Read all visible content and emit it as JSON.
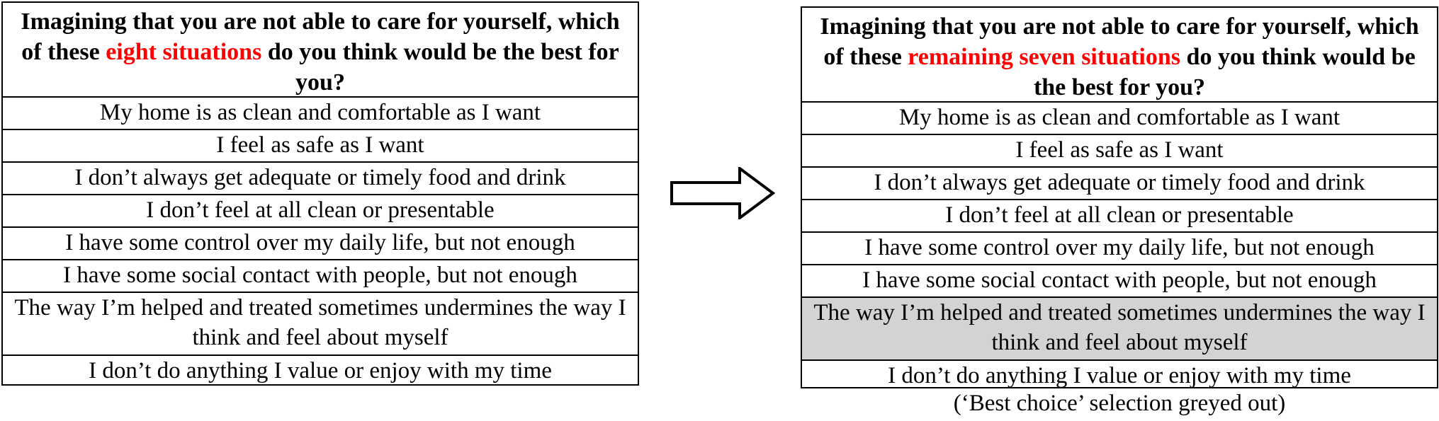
{
  "left": {
    "header_pre": "Imagining that you are not able to care for yourself, which of these ",
    "header_highlight": "eight situations",
    "header_post": " do you think would be the best for you?",
    "rows": [
      "My home is as clean and comfortable as I want",
      "I feel as safe as I want",
      "I don’t always get adequate or timely food and drink",
      "I don’t feel at all clean or presentable",
      "I have some control over my daily life, but not enough",
      "I have some social contact with people, but not enough",
      "The way I’m helped and treated sometimes undermines the way I think and feel about myself",
      "I don’t do anything I value or enjoy with my time"
    ]
  },
  "right": {
    "header_pre": "Imagining that you are not able to care for yourself, which of these ",
    "header_highlight": "remaining seven situations",
    "header_post": " do you think would be the best for you?",
    "rows": [
      "My home is as clean and comfortable as I want",
      "I feel as safe as I want",
      "I don’t always get adequate or timely food and drink",
      "I don’t feel at all clean or presentable",
      "I have some control over my daily life, but not enough",
      "I have some social contact with people, but not enough",
      "The way I’m helped and treated sometimes undermines the way I think and feel about myself",
      "I don’t do anything I value or enjoy with my time"
    ],
    "caption": "(‘Best choice’ selection greyed out)"
  },
  "colors": {
    "highlight": "#ff0000",
    "greyed_row": "#d3d3d3",
    "border": "#000000"
  },
  "icons": {
    "arrow": "right-arrow-outline-icon"
  }
}
